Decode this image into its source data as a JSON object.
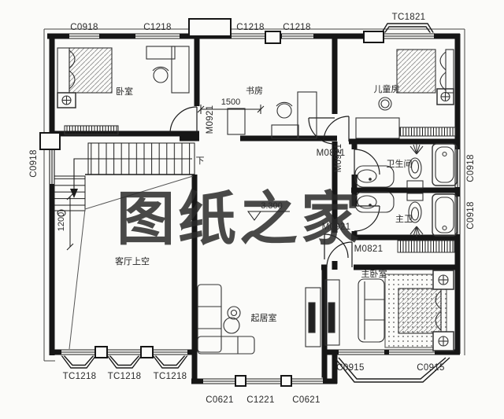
{
  "watermark": {
    "text": "图纸之家",
    "color": "#e0382e"
  },
  "rooms": {
    "bedroom": "卧室",
    "study": "书房",
    "kids": "儿童房",
    "bathroom": "卫生间",
    "master_bath": "主卫",
    "living_void": "客厅上空",
    "living": "起居室",
    "master_bedroom": "主卧室"
  },
  "windows": {
    "top_c0918": "C0918",
    "top_c1218_a": "C1218",
    "top_c1218_b": "C1218",
    "top_c1218_c": "C1218",
    "top_tc1821": "TC1821",
    "left_c0918": "C0918",
    "right_c0918_a": "C0918",
    "right_c0918_b": "C0918",
    "bot_tc1218_a": "TC1218",
    "bot_tc1218_b": "TC1218",
    "bot_tc1218_c": "TC1218",
    "bot_c0621_a": "C0621",
    "bot_c1221": "C1221",
    "bot_c0621_b": "C0621",
    "bot_c0915_a": "C0915",
    "bot_c0915_b": "C0915"
  },
  "doors": {
    "bedroom": "M0921",
    "hall_a": "M0821",
    "hall_b": "M0921",
    "corridor": "M0921",
    "master": "M0821"
  },
  "dimensions": {
    "hall_width": "1500",
    "stair_depth": "1200",
    "elevation": "3.300",
    "stair_down": "下"
  }
}
